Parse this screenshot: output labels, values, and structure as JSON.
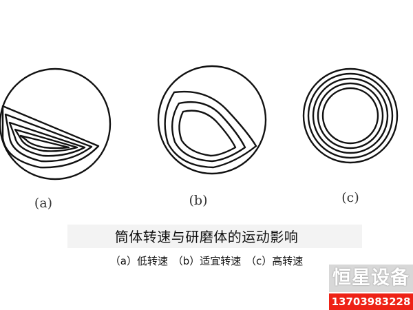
{
  "panels": [
    {
      "label": "(a)"
    },
    {
      "label": "(b)"
    },
    {
      "label": "(c)"
    }
  ],
  "caption": {
    "title": "筒体转速与研磨体的运动影响",
    "subtitle": "（a）低转速 （b）适宜转速 （c）高转速"
  },
  "watermark": {
    "name": "恒星设备",
    "phone": "13703983228"
  },
  "colors": {
    "line": "#111111",
    "watermark_bg": "#d8d8d8",
    "phone_bg": "#ee2216"
  }
}
